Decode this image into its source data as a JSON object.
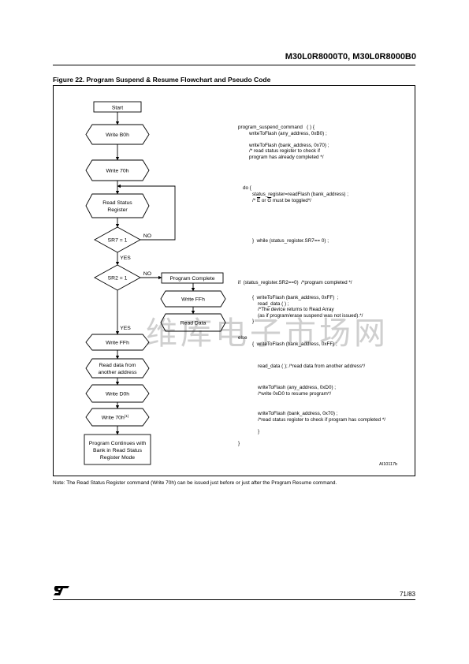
{
  "header": {
    "title": "M30L0R8000T0, M30L0R8000B0"
  },
  "figure": {
    "title": "Figure 22. Program Suspend & Resume Flowchart and Pseudo Code",
    "flowchart": {
      "start": "Start",
      "write_b0": "Write B0h",
      "write_70": "Write 70h",
      "read_status_1": "Read Status",
      "read_status_2": "Register",
      "sr7": "SR7 = 1",
      "sr2": "SR2 = 1",
      "no": "NO",
      "yes": "YES",
      "program_complete": "Program Complete",
      "write_ffh_right": "Write FFh",
      "read_data": "Read Data",
      "write_ffh_left": "Write FFh",
      "read_another_1": "Read data from",
      "read_another_2": "another address",
      "write_d0": "Write D0h",
      "write_70_again": "Write 70h",
      "footnote_mark": "(1)",
      "continues_1": "Program Continues with",
      "continues_2": "Bank in Read Status",
      "continues_3": "Register Mode"
    },
    "pseudo_code": {
      "b1": "program_suspend_command   ( ) {\n        writeToFlash (any_address, 0xB0) ;\n\n        writeToFlash (bank_address, 0x70) ;\n        /* read status register to check if\n        program has already completed */",
      "b2a": "do {",
      "b2b": "status_register=readFlash (bank_address) ;\n/* ",
      "e_bar": "E",
      "or": " or ",
      "g_bar": "G",
      "b2c": " must be toggled*/",
      "b3": "}  while (status_register.SR7== 0) ;",
      "b4": "if  (status_register.SR2==0)  /*program completed */",
      "b5": "{  writeToFlash (bank_address, 0xFF)  ;\n    read_data ( ) ;\n    /*The device returns to Read Array\n    (as if program/erase suspend was not issued).*/\n}",
      "b6a": "else",
      "b6b": "{  writeToFlash (bank_address, 0xFF) ;",
      "b7": "read_data ( ); /*read data from another address*/",
      "b8": "writeToFlash (any_address, 0xD0) ;\n/*write 0xD0 to resume program*/",
      "b9": "writeToFlash (bank_address, 0x70) ;\n/*read status register to check if program has completed */\n\n}",
      "b10": "}"
    },
    "ref_code": "AI10117b",
    "note": "Note: The Read Status Register command (Write 70h) can be issued just before or just after the Program Resume command."
  },
  "watermark": "维库电子市场网",
  "footer": {
    "page": "71/83"
  }
}
